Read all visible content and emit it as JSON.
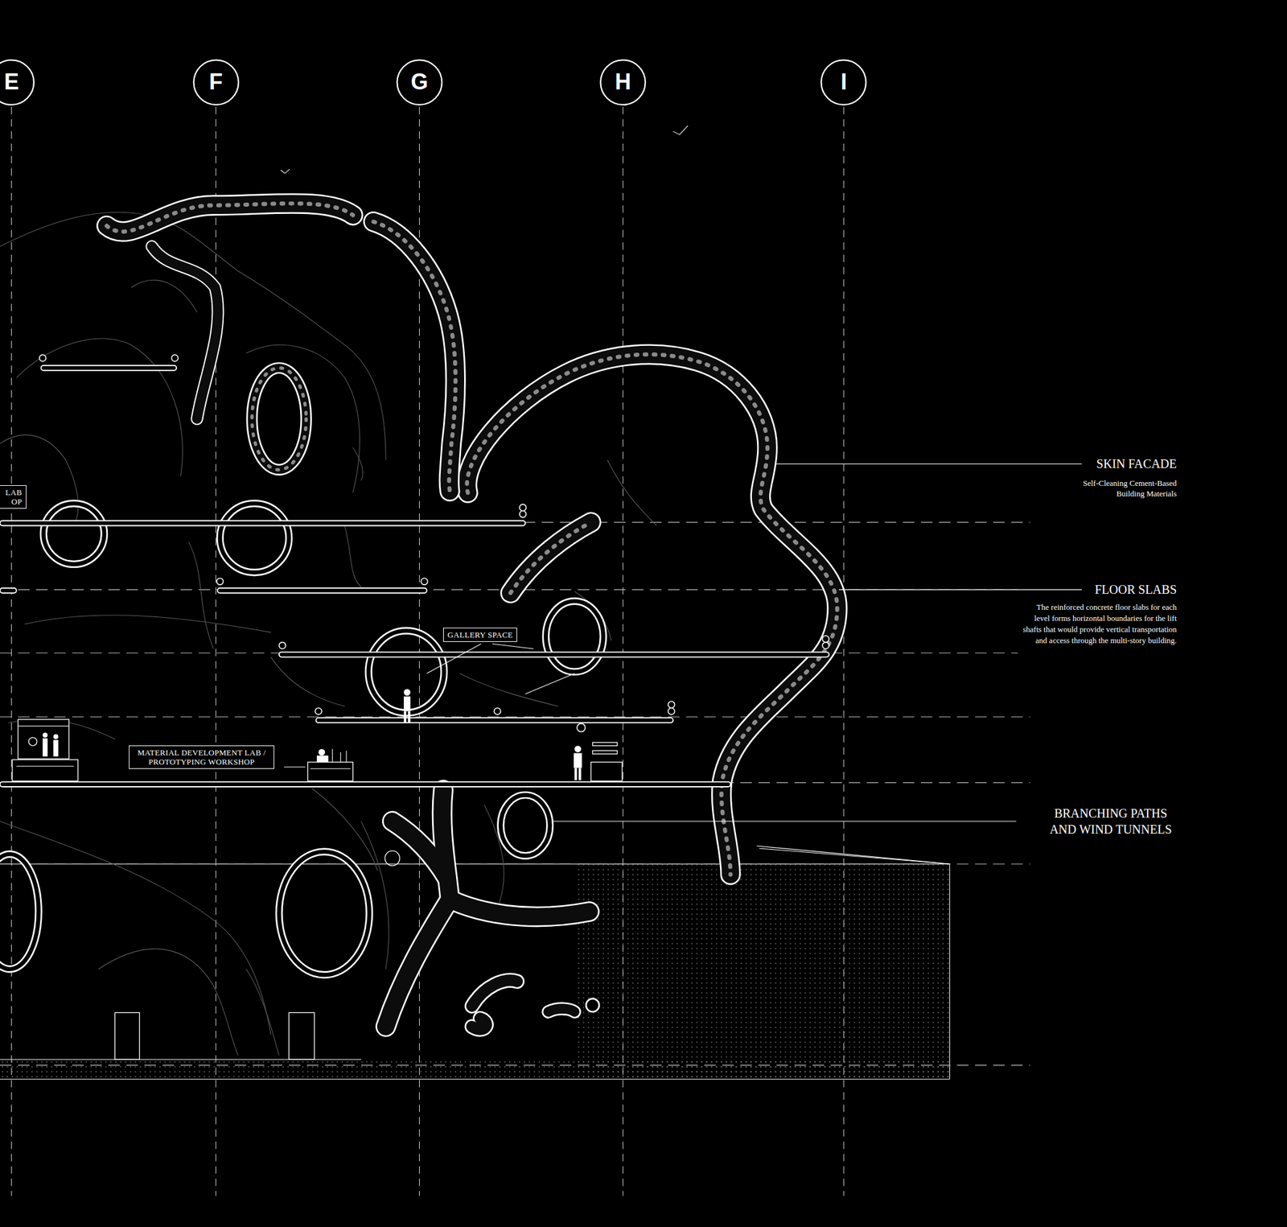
{
  "diagram": {
    "nodes": [
      {
        "text": [
          "E"
        ]
      },
      {
        "text": [
          "F"
        ]
      },
      {
        "text": [
          "G"
        ]
      },
      {
        "text": [
          "H"
        ]
      },
      {
        "text": [
          "I"
        ]
      },
      {
        "text": [
          "LAB OP"
        ]
      },
      {
        "text": [
          "GALLERY SPACE"
        ]
      },
      {
        "text": [
          "MATERIAL DEVELOPMENT LAB / PROTOTYPING WORKSHOP"
        ]
      }
    ],
    "labels": [
      "SKIN FACADE",
      "Self-Cleaning Cement-Based Building Materials",
      "FLOOR SLABS",
      "The reinforced concrete floor slabs for each level forms horizontal boundaries for the lift shafts that would provide vertical transportation and access through the multi-story building.",
      "BRANCHING PATHS AND WIND TUNNELS"
    ]
  }
}
